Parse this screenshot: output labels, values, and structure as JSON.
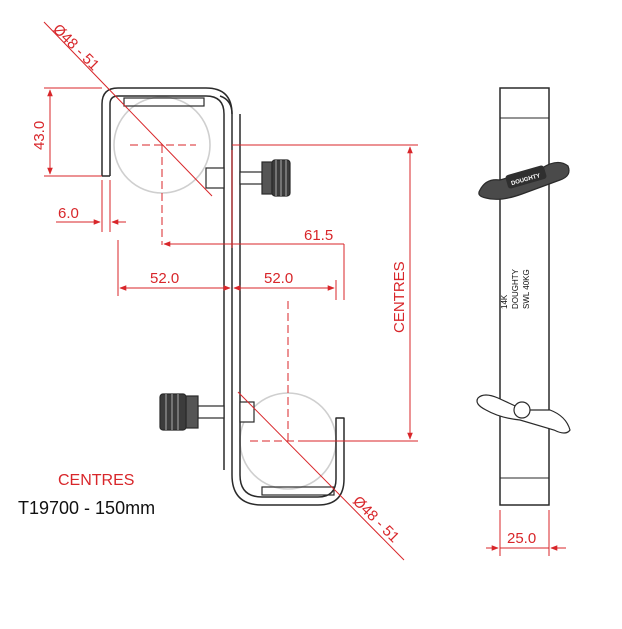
{
  "dimensions": {
    "diameter_top": "Ø48 - 51",
    "diameter_bottom": "Ø48 - 51",
    "height_43": "43.0",
    "width_6": "6.0",
    "offset_61_5": "61.5",
    "left_52": "52.0",
    "right_52": "52.0",
    "centres_vertical": "CENTRES",
    "width_25": "25.0"
  },
  "side_view": {
    "badge": "DOUGHTY",
    "label_lines": [
      "14K",
      "DOUGHTY",
      "SWL 40KG"
    ]
  },
  "captions": {
    "centres": "CENTRES",
    "part_number": "T19700 - 150mm"
  },
  "colors": {
    "dimension": "#d8262a",
    "outline": "#2a2a2a",
    "tube": "#c8c8c8"
  }
}
